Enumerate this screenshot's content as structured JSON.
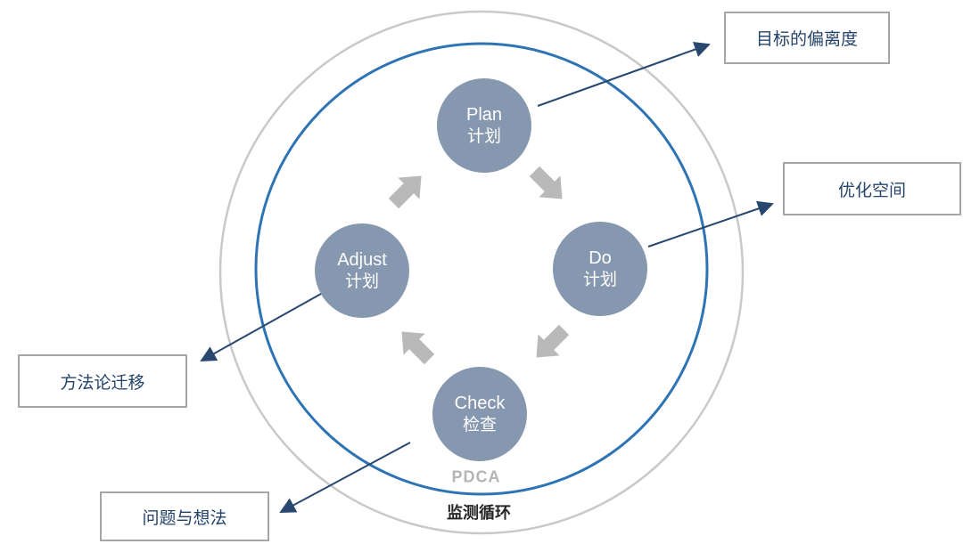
{
  "diagram": {
    "inner_ring_label": "PDCA",
    "bottom_title": "监测循环",
    "nodes": [
      {
        "id": "plan",
        "en": "Plan",
        "zh": "计划"
      },
      {
        "id": "do",
        "en": "Do",
        "zh": "计划"
      },
      {
        "id": "check",
        "en": "Check",
        "zh": "检查"
      },
      {
        "id": "adjust",
        "en": "Adjust",
        "zh": "计划"
      }
    ],
    "callouts": [
      {
        "id": "target-deviation",
        "label": "目标的偏离度"
      },
      {
        "id": "optimization-room",
        "label": "优化空间"
      },
      {
        "id": "methodology-transfer",
        "label": "方法论迁移"
      },
      {
        "id": "problems-and-ideas",
        "label": "问题与想法"
      }
    ],
    "colors": {
      "node_fill": "#8697b0",
      "node_text": "#ffffff",
      "inner_ring": "#2e74b5",
      "outer_ring": "#c9c9c9",
      "cycle_arrow": "#b9b9b9",
      "connector": "#28486f",
      "callout_border": "#a6a6a6",
      "callout_text": "#24436b",
      "pdca_text": "#b5b5b5",
      "bottom_title_text": "#262626"
    }
  }
}
